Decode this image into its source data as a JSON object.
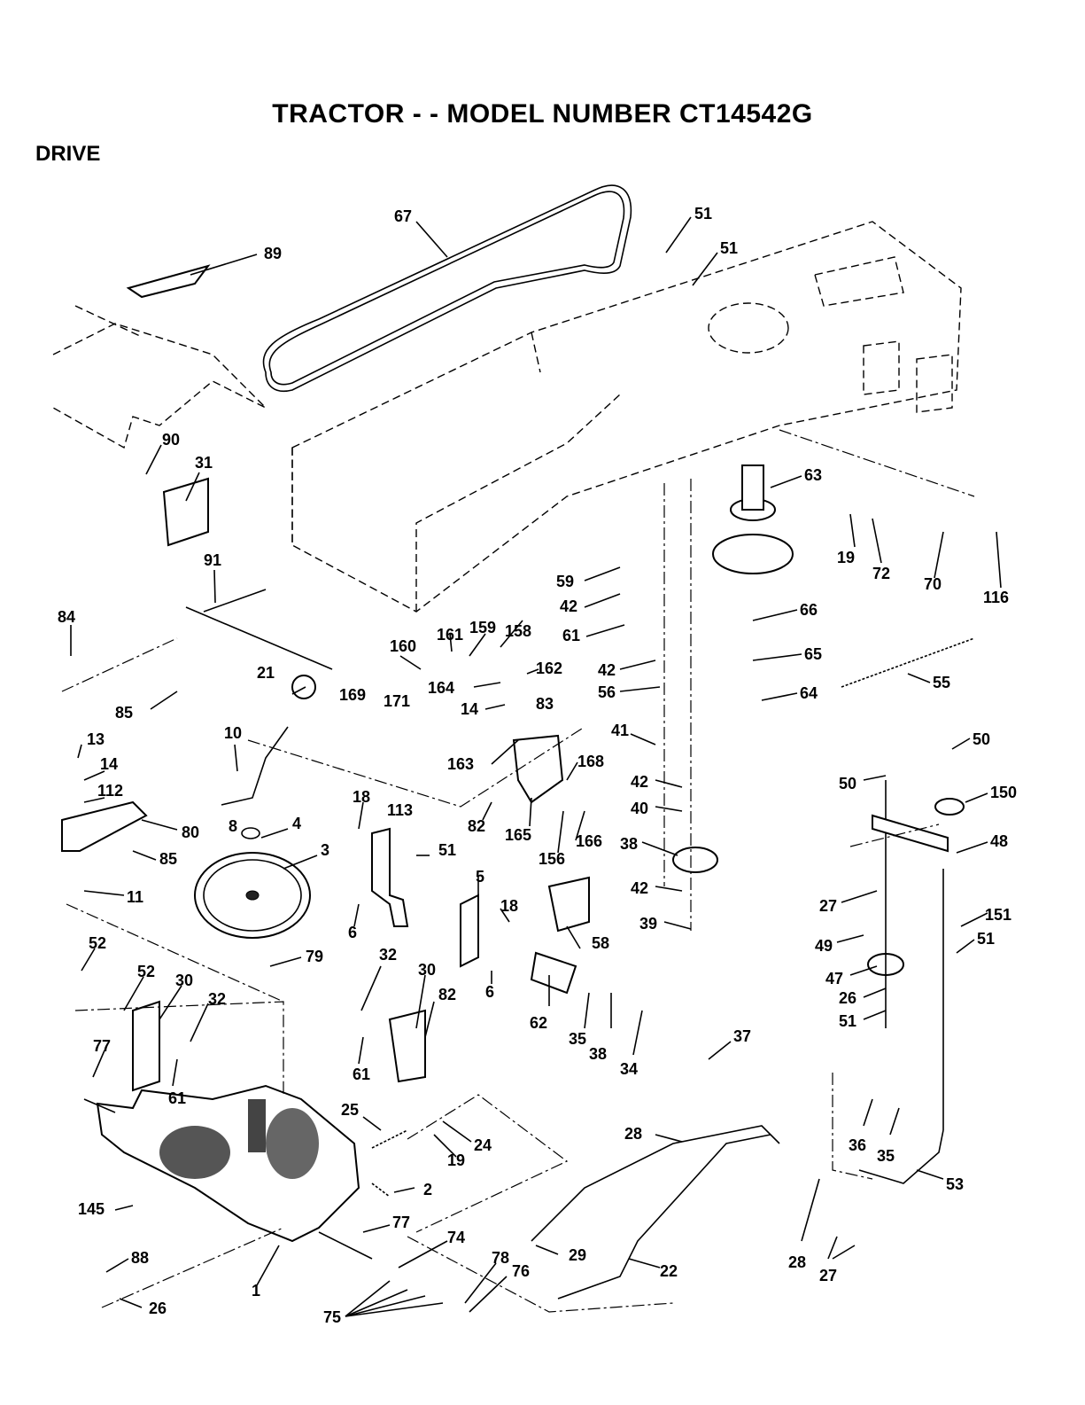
{
  "title": "TRACTOR - - MODEL NUMBER CT14542G",
  "section": "DRIVE",
  "callouts": [
    {
      "id": "c67",
      "text": "67"
    },
    {
      "id": "c51a",
      "text": "51"
    },
    {
      "id": "c51b",
      "text": "51"
    },
    {
      "id": "c89",
      "text": "89"
    },
    {
      "id": "c90",
      "text": "90"
    },
    {
      "id": "c31",
      "text": "31"
    },
    {
      "id": "c91",
      "text": "91"
    },
    {
      "id": "c84",
      "text": "84"
    },
    {
      "id": "c85a",
      "text": "85"
    },
    {
      "id": "c13",
      "text": "13"
    },
    {
      "id": "c14a",
      "text": "14"
    },
    {
      "id": "c112",
      "text": "112"
    },
    {
      "id": "c80",
      "text": "80"
    },
    {
      "id": "c85b",
      "text": "85"
    },
    {
      "id": "c11",
      "text": "11"
    },
    {
      "id": "c52a",
      "text": "52"
    },
    {
      "id": "c52b",
      "text": "52"
    },
    {
      "id": "c30a",
      "text": "30"
    },
    {
      "id": "c32a",
      "text": "32"
    },
    {
      "id": "c77a",
      "text": "77"
    },
    {
      "id": "c61a",
      "text": "61"
    },
    {
      "id": "c145",
      "text": "145"
    },
    {
      "id": "c88",
      "text": "88"
    },
    {
      "id": "c26a",
      "text": "26"
    },
    {
      "id": "c1",
      "text": "1"
    },
    {
      "id": "c75",
      "text": "75"
    },
    {
      "id": "c21",
      "text": "21"
    },
    {
      "id": "c10",
      "text": "10"
    },
    {
      "id": "c8",
      "text": "8"
    },
    {
      "id": "c4",
      "text": "4"
    },
    {
      "id": "c3",
      "text": "3"
    },
    {
      "id": "c79",
      "text": "79"
    },
    {
      "id": "c160",
      "text": "160"
    },
    {
      "id": "c161",
      "text": "161"
    },
    {
      "id": "c159",
      "text": "159"
    },
    {
      "id": "c158",
      "text": "158"
    },
    {
      "id": "c162",
      "text": "162"
    },
    {
      "id": "c169",
      "text": "169"
    },
    {
      "id": "c171",
      "text": "171"
    },
    {
      "id": "c164",
      "text": "164"
    },
    {
      "id": "c14b",
      "text": "14"
    },
    {
      "id": "c83",
      "text": "83"
    },
    {
      "id": "c163",
      "text": "163"
    },
    {
      "id": "c168",
      "text": "168"
    },
    {
      "id": "c82a",
      "text": "82"
    },
    {
      "id": "c165",
      "text": "165"
    },
    {
      "id": "c156",
      "text": "156"
    },
    {
      "id": "c166",
      "text": "166"
    },
    {
      "id": "c18a",
      "text": "18"
    },
    {
      "id": "c113",
      "text": "113"
    },
    {
      "id": "c51c",
      "text": "51"
    },
    {
      "id": "c5",
      "text": "5"
    },
    {
      "id": "c18b",
      "text": "18"
    },
    {
      "id": "c6a",
      "text": "6"
    },
    {
      "id": "c6b",
      "text": "6"
    },
    {
      "id": "c32b",
      "text": "32"
    },
    {
      "id": "c30b",
      "text": "30"
    },
    {
      "id": "c82b",
      "text": "82"
    },
    {
      "id": "c61b",
      "text": "61"
    },
    {
      "id": "c25",
      "text": "25"
    },
    {
      "id": "c19a",
      "text": "19"
    },
    {
      "id": "c24",
      "text": "24"
    },
    {
      "id": "c2",
      "text": "2"
    },
    {
      "id": "c77b",
      "text": "77"
    },
    {
      "id": "c74",
      "text": "74"
    },
    {
      "id": "c78",
      "text": "78"
    },
    {
      "id": "c76",
      "text": "76"
    },
    {
      "id": "c58",
      "text": "58"
    },
    {
      "id": "c62",
      "text": "62"
    },
    {
      "id": "c35a",
      "text": "35"
    },
    {
      "id": "c38a",
      "text": "38"
    },
    {
      "id": "c34",
      "text": "34"
    },
    {
      "id": "c59",
      "text": "59"
    },
    {
      "id": "c42a",
      "text": "42"
    },
    {
      "id": "c61c",
      "text": "61"
    },
    {
      "id": "c42b",
      "text": "42"
    },
    {
      "id": "c56",
      "text": "56"
    },
    {
      "id": "c41",
      "text": "41"
    },
    {
      "id": "c42c",
      "text": "42"
    },
    {
      "id": "c40",
      "text": "40"
    },
    {
      "id": "c38b",
      "text": "38"
    },
    {
      "id": "c42d",
      "text": "42"
    },
    {
      "id": "c39",
      "text": "39"
    },
    {
      "id": "c63",
      "text": "63"
    },
    {
      "id": "c66",
      "text": "66"
    },
    {
      "id": "c65",
      "text": "65"
    },
    {
      "id": "c64",
      "text": "64"
    },
    {
      "id": "c19b",
      "text": "19"
    },
    {
      "id": "c72",
      "text": "72"
    },
    {
      "id": "c70",
      "text": "70"
    },
    {
      "id": "c116",
      "text": "116"
    },
    {
      "id": "c55",
      "text": "55"
    },
    {
      "id": "c50a",
      "text": "50"
    },
    {
      "id": "c50b",
      "text": "50"
    },
    {
      "id": "c150",
      "text": "150"
    },
    {
      "id": "c48",
      "text": "48"
    },
    {
      "id": "c27a",
      "text": "27"
    },
    {
      "id": "c151",
      "text": "151"
    },
    {
      "id": "c49",
      "text": "49"
    },
    {
      "id": "c51d",
      "text": "51"
    },
    {
      "id": "c47",
      "text": "47"
    },
    {
      "id": "c26b",
      "text": "26"
    },
    {
      "id": "c51e",
      "text": "51"
    },
    {
      "id": "c37",
      "text": "37"
    },
    {
      "id": "c28a",
      "text": "28"
    },
    {
      "id": "c36",
      "text": "36"
    },
    {
      "id": "c35b",
      "text": "35"
    },
    {
      "id": "c53",
      "text": "53"
    },
    {
      "id": "c29",
      "text": "29"
    },
    {
      "id": "c22",
      "text": "22"
    },
    {
      "id": "c28b",
      "text": "28"
    },
    {
      "id": "c27b",
      "text": "27"
    }
  ]
}
